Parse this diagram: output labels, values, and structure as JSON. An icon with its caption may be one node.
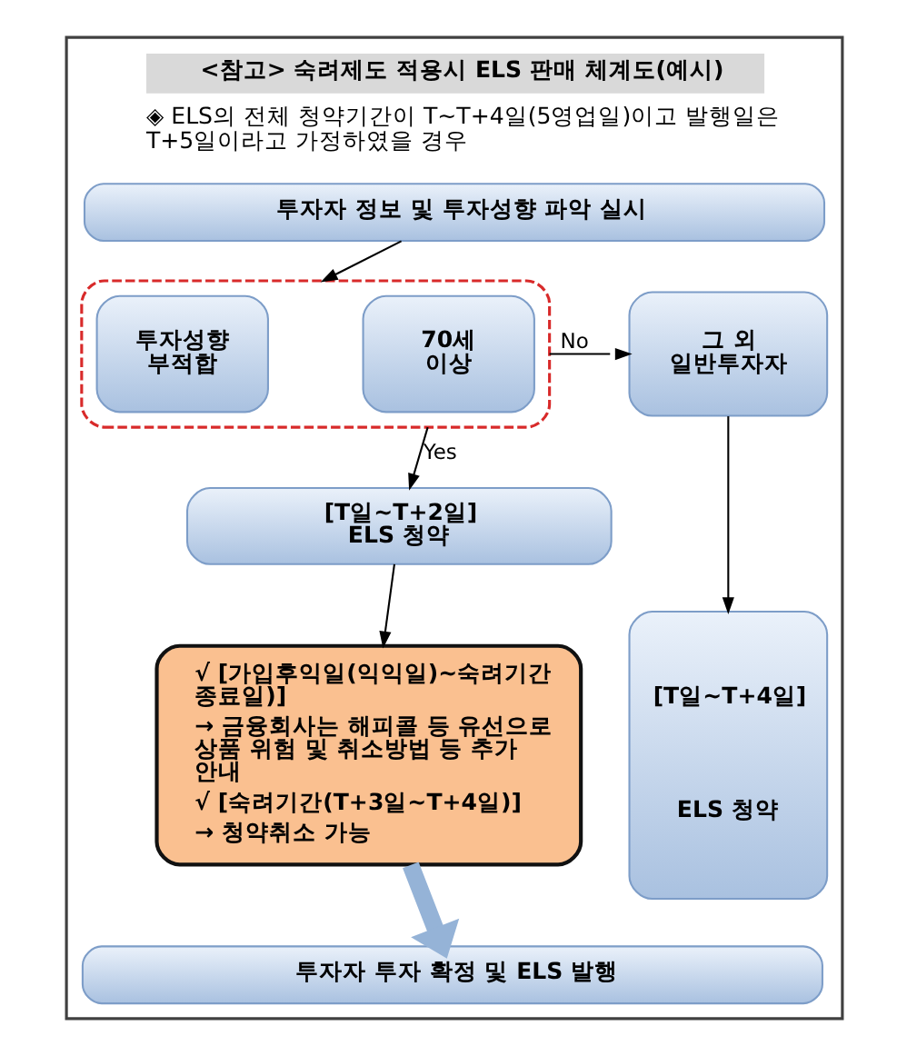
{
  "diagram": {
    "nodes": [
      {
        "text": [
          "<참고> 숙려제도 적용시 ELS 판매 체계도(예시)",
          "◈ ELS의 전체 청약기간이 T~T+4일(5영업일)이고 발행일은 T+5일이라고 가정하였을 경우"
        ]
      },
      {
        "text": [
          "투자자 정보 및 투자성향 파악 실시"
        ],
        "in": 0
      },
      {
        "text": [],
        "shape": "box",
        "in": 0
      },
      {
        "text": [
          "투자성향 부적합"
        ],
        "in": 2
      },
      {
        "text": [
          "70세 이상"
        ],
        "in": 2
      },
      {
        "text": [
          "그 외 일반투자자"
        ],
        "in": 0
      },
      {
        "text": [
          "[T일~T+2일]",
          "ELS 청약"
        ],
        "in": 0
      },
      {
        "text": [
          "[T일~T+4일]",
          "ELS 청약"
        ],
        "in": 0
      },
      {
        "text": [
          "√ [가입후익일(익익일)~숙려기간 종료일)]",
          "→ 금융회사는 해피콜 등 유선으로 상품 위험 및 취소방법 등 추가 안내",
          "√ [숙려기간(T+3일~T+4일)]",
          "→ 청약취소 가능"
        ],
        "in": 0
      },
      {
        "text": [
          "투자자 투자 확정 및 ELS 발행"
        ],
        "in": 0
      }
    ],
    "edges": [
      {
        "from": 1,
        "to": 2,
        "arrow": "to"
      },
      {
        "from": 2,
        "to": 5,
        "arrow": "to",
        "label": "No"
      },
      {
        "from": 2,
        "to": 6,
        "arrow": "to",
        "label": "Yes"
      },
      {
        "from": 5,
        "to": 7,
        "arrow": "to"
      },
      {
        "from": 6,
        "to": 8,
        "arrow": "to"
      },
      {
        "from": 8,
        "to": 9,
        "arrow": "to",
        "style": "thick",
        "color": "#95b3d7"
      }
    ]
  }
}
